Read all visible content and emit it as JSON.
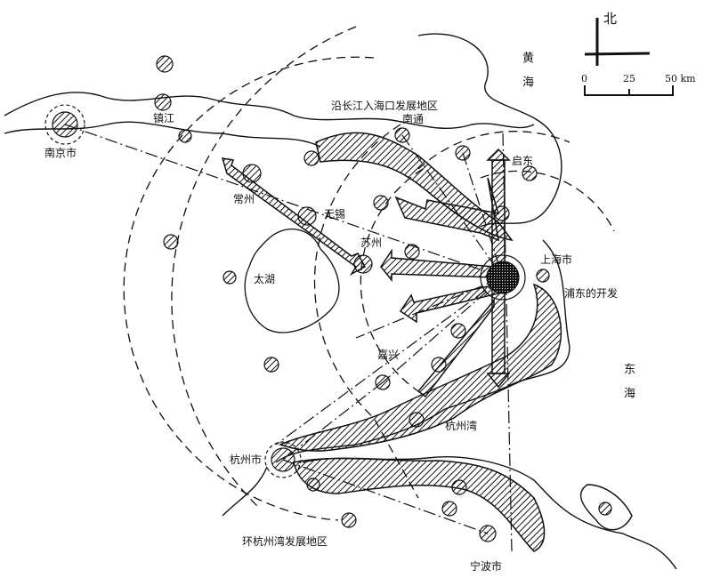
{
  "compass": {
    "north": "北"
  },
  "scale": {
    "zero": "0",
    "mid": "25",
    "end": "50 km"
  },
  "seas": {
    "yellow_sea": "黄海",
    "east_sea": "东海"
  },
  "regions": {
    "yangtze_mouth": "沿长江入海口发展地区",
    "hangzhou_bay_region": "环杭州湾发展地区",
    "pudong": "浦东的开发"
  },
  "cities": {
    "nanjing": "南京市",
    "zhenjiang": "镇江",
    "changzhou": "常州",
    "wuxi": "无锡",
    "suzhou": "苏州",
    "nantong": "南通",
    "qidong": "启东",
    "shanghai": "上海市",
    "jiaxing": "嘉兴",
    "hangzhou": "杭州市",
    "ningbo": "宁波市"
  },
  "water": {
    "taihu": "太湖",
    "hangzhou_bay": "杭州湾"
  },
  "colors": {
    "ink": "#111111",
    "paper": "#ffffff"
  }
}
